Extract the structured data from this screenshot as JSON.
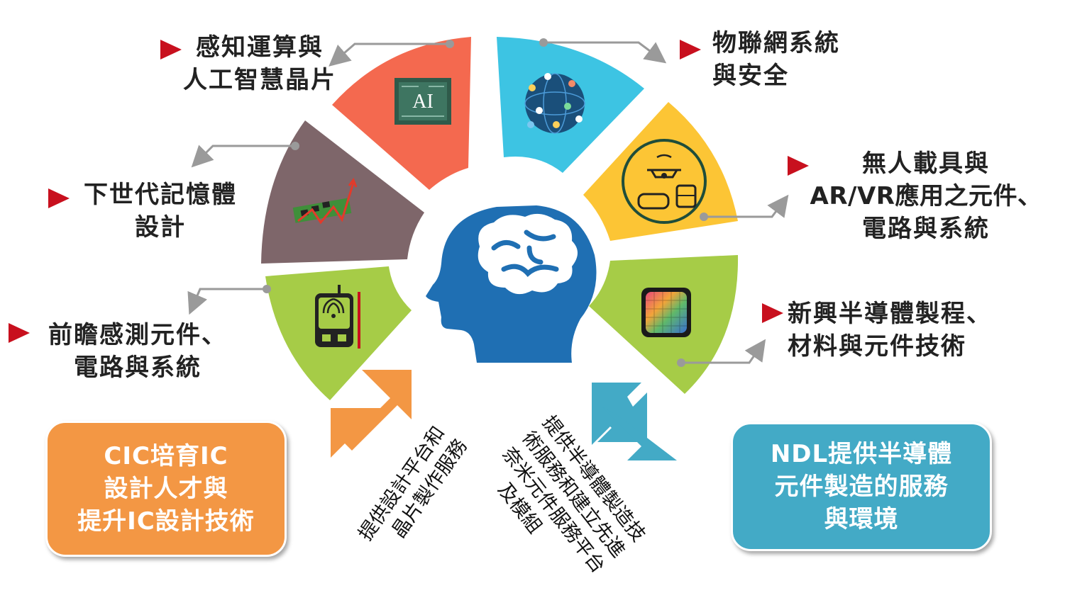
{
  "colors": {
    "ai": "#f4694f",
    "iot": "#3dc4e3",
    "auto": "#fcc535",
    "memory": "#7e666a",
    "sensor": "#a6cc47",
    "semi": "#a6cc47",
    "brain": "#1f6fb3",
    "cic_box": "#f39744",
    "ndl_box": "#43aac6",
    "bullet": "#c8101e",
    "connector": "#9a9a9a"
  },
  "icons": {
    "ai": "ai-chip-icon",
    "iot": "globe-network-icon",
    "auto": "drone-vr-bus-icon",
    "memory": "memory-chart-icon",
    "sensor": "sensor-device-icon",
    "semi": "wafer-icon",
    "head": "brain-head-icon"
  },
  "topics": {
    "ai": {
      "line1": "感知運算與",
      "line2": "人工智慧晶片",
      "icon_text": "AI"
    },
    "iot": {
      "line1": "物聯網系統",
      "line2": "與安全"
    },
    "auto": {
      "line1": "無人載具與",
      "line2": "AR/VR應用之元件、",
      "line3": "電路與系統"
    },
    "memory": {
      "line1": "下世代記憶體",
      "line2": "設計"
    },
    "sensor": {
      "line1": "前瞻感測元件、",
      "line2": "電路與系統"
    },
    "semi": {
      "line1": "新興半導體製程、",
      "line2": "材料與元件技術"
    }
  },
  "cic_box": {
    "line1": "CIC培育IC",
    "line2": "設計人才與",
    "line3": "提升IC設計技術"
  },
  "ndl_box": {
    "line1": "NDL提供半導體",
    "line2": "元件製造的服務",
    "line3": "與環境"
  },
  "left_service": {
    "line1": "提供設計平台和",
    "line2": "晶片製作服務"
  },
  "right_service": {
    "line1": "提供半導體製造技",
    "line2": "術服務和建立先進",
    "line3": "奈米元件服務平台",
    "line4": "及模組"
  }
}
